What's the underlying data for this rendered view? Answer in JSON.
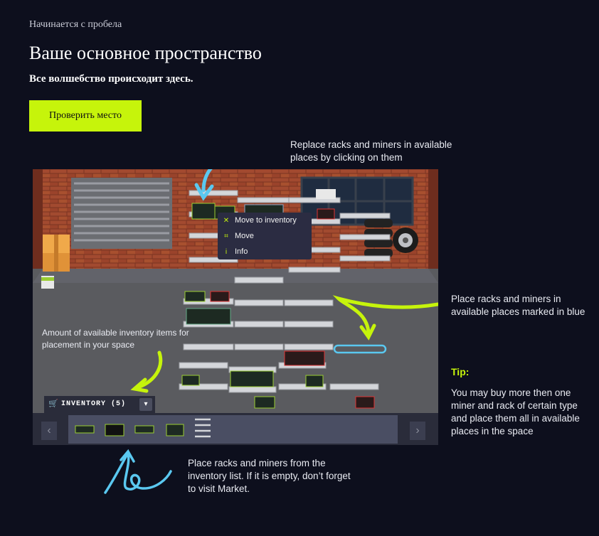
{
  "header": {
    "subtitle": "Начинается с пробела",
    "title": "Ваше основное пространство",
    "description": "Все волшебство происходит здесь.",
    "button_label": "Проверить место"
  },
  "colors": {
    "accent": "#c6f40b",
    "background": "#0d0f1d",
    "highlight_blue": "#5ac8f0"
  },
  "notes": {
    "top": "Replace racks and miners in available places by clicking on them",
    "right": "Place racks and miners in available places marked in blue",
    "left": "Amount of available inventory items for placement in your space",
    "tip_title": "Tip:",
    "tip_text": "You may buy more then one miner and rack of certain type and place them all in available places in the space",
    "bottom": "Place racks and miners from the inventory list. If it is empty, don’t forget to visit Market."
  },
  "context_menu": {
    "items": [
      {
        "label": "Move to inventory",
        "icon": "tools-icon"
      },
      {
        "label": "Move",
        "icon": "move-icon"
      },
      {
        "label": "Info",
        "icon": "info-icon"
      }
    ]
  },
  "inventory": {
    "label": "INVENTORY",
    "count": "(5)",
    "toggle_icon": "chevron-down-icon",
    "prev_icon": "chevron-left-icon",
    "next_icon": "chevron-right-icon"
  }
}
